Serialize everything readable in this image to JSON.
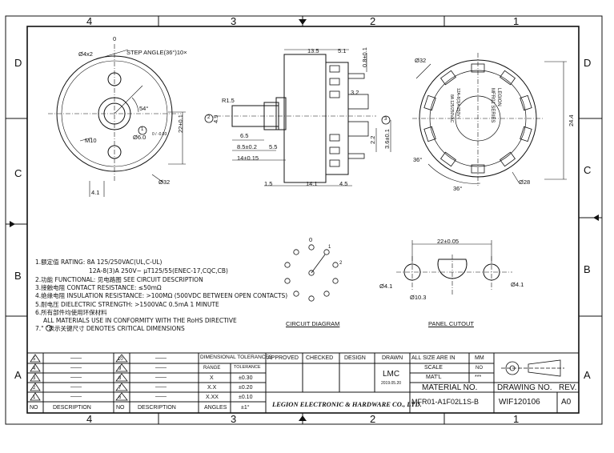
{
  "zones": {
    "top": [
      "4",
      "3",
      "2",
      "1"
    ],
    "bottom": [
      "4",
      "3",
      "2",
      "1"
    ],
    "left": [
      "D",
      "C",
      "B",
      "A"
    ],
    "right": [
      "D",
      "C",
      "B",
      "A"
    ]
  },
  "front_view": {
    "hole_label": "Ø4x2",
    "step_label": "STEP ANGLE(36°)10×",
    "zero": "0",
    "angle": "54°",
    "thread": "M10",
    "bore": "Ø6.0",
    "bore_tol": "0 / -0.03",
    "width": "22±0.1",
    "bottom_offset": "4.1",
    "diameter": "Ø32",
    "crit1": "1"
  },
  "side_view": {
    "d135": "13.5",
    "d51": "5.1",
    "d08": "0.8±0.1",
    "r15": "R1.5",
    "d49": "4.9",
    "d32": "3.2",
    "d65": "6.5",
    "d85": "8.5±0.2",
    "d55": "5.5",
    "d14": "14±0.15",
    "d22": "2.2",
    "d36": "3.6±0.1",
    "d15": "1.5",
    "d141": "14.1",
    "d45": "4.5",
    "crit2": "2",
    "crit3": "3"
  },
  "rear_view": {
    "diameter": "Ø32",
    "height": "24.4",
    "a1": "36°",
    "a2": "36°",
    "pin": "Ø28",
    "text1": "LEGION",
    "text2": "MFR01 SERIES",
    "text3": "12A-8(3)A 250V~",
    "text4": "8A 125/250VAC"
  },
  "notes": [
    "1.额定值 RATING: 8A 125/250VAC(UL,C-UL)",
    "12A-8(3)A 250V~ μT125/55(ENEC-17,CQC,CB)",
    "2.功能 FUNCTIONAL: 见电路图 SEE CIRCUIT DESCRIPTION",
    "3.接触电阻 CONTACT RESISTANCE: ≤50mΩ",
    "4.绝缘电阻 INSULATION RESISTANCE: >100MΩ (500VDC BETWEEN OPEN CONTACTS)",
    "5.耐电压 DIELECTRIC STRENGTH: >1500VAC 0.5mA 1 MINUTE",
    "6.所有部件均使用环保材料",
    "ALL MATERIALS USE IN CONFORMITY  WITH THE RoHS DIRECTIVE",
    "7.\"  \"表示关键尺寸 DENOTES CRITICAL DIMENSIONS"
  ],
  "circuit": {
    "title": "CIRCUIT DIAGRAM",
    "n0": "0",
    "n1": "1",
    "n2": "2"
  },
  "panel": {
    "title": "PANEL CUTOUT",
    "d22": "22±0.05",
    "h1": "Ø4.1",
    "h2": "Ø4.1",
    "c": "Ø10.3"
  },
  "title_block": {
    "rev_rows": [
      "5",
      "4",
      "3",
      "2",
      "1"
    ],
    "rev_rows2": [
      "10",
      "9",
      "8",
      "7",
      "6"
    ],
    "dash": "——",
    "no": "NO",
    "description": "DESCRIPTION",
    "dim_tol": "DIMENSIONAL TOLERANCES",
    "range": "RANGE",
    "tolerance": "TOLERANCE",
    "ranges": [
      "X",
      "X.X",
      "X.XX",
      "ANGLES"
    ],
    "tols": [
      "±0.30",
      "±0.20",
      "±0.10",
      "±1°"
    ],
    "approved": "APPROVED",
    "checked": "CHECKED",
    "design": "DESIGN",
    "drawn": "DRAWN",
    "drawn_by": "LMC",
    "date": "2019.05.20",
    "all_size": "ALL SIZE ARE IN",
    "mm": "MM",
    "scale": "SCALE",
    "scale_val": "NO",
    "matl": "MAT'L",
    "matl_val": "***",
    "material_no": "MATERIAL NO.",
    "material_no_val": "MFR01-A1F02L1S-B",
    "company": "LEGION ELECTRONIC & HARDWARE CO., LTD.",
    "drawing_no": "DRAWING NO.",
    "drawing_no_val": "WIF120106",
    "rev": "REV.",
    "rev_val": "A0"
  }
}
